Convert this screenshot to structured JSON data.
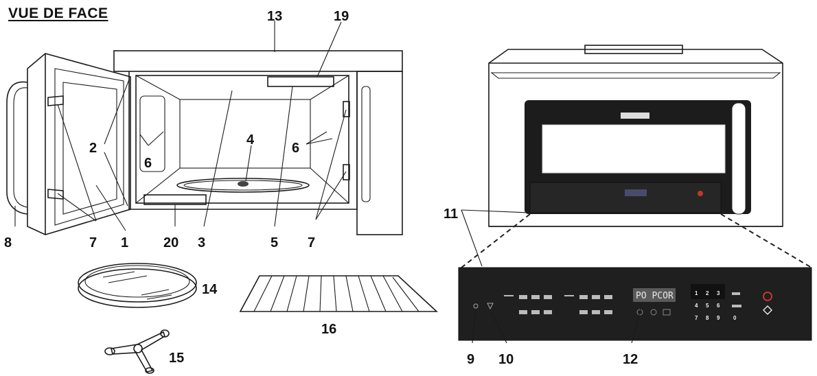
{
  "title": "VUE DE FACE",
  "callouts": {
    "n1": "1",
    "n2": "2",
    "n3": "3",
    "n4": "4",
    "n5": "5",
    "n6a": "6",
    "n6b": "6",
    "n7a": "7",
    "n7b": "7",
    "n8": "8",
    "n9": "9",
    "n10": "10",
    "n11": "11",
    "n12": "12",
    "n13": "13",
    "n14": "14",
    "n15": "15",
    "n16": "16",
    "n19": "19",
    "n20": "20"
  },
  "panel": {
    "display_text": "PO PCOR",
    "keypad": [
      "1",
      "2",
      "3",
      "4",
      "5",
      "6",
      "7",
      "8",
      "9",
      "0"
    ]
  },
  "colors": {
    "ink": "#1a1a1a",
    "panel": "#1f1f1f",
    "display": "#5a5a5a",
    "accent": "#c0392b"
  }
}
